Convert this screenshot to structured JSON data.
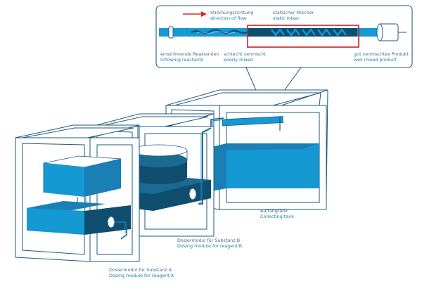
{
  "colors": {
    "outline": "#1e5a7e",
    "water": "#1499d3",
    "dark": "#0f4e6e",
    "mixer_box": "#c8202a",
    "arrow": "#d52b2b",
    "frame_fill": "#ffffff"
  },
  "callout": {
    "flow_direction": {
      "de": "Strömungsrichtung",
      "en": "direction of flow"
    },
    "static_mixer": {
      "de": "statischer Mischer",
      "en": "static mixer"
    },
    "inflowing": {
      "de": "einströmende Reaklanden",
      "en": "inflowing reactants"
    },
    "poorly_mixed": {
      "de": "schlecht vermischt",
      "en": "poorly mixed"
    },
    "well_mixed": {
      "de": "gut vermischtes Produkt",
      "en": "well mixed product"
    }
  },
  "modules": {
    "collecting_tank": {
      "de": "Auffangtank",
      "en": "Collecting tank"
    },
    "dosing_b": {
      "de": "Dosiermodul für Substanz B",
      "en": "Dosing module for reagent B"
    },
    "dosing_a": {
      "de": "Dosiermodul für Substanz A",
      "en": "Dosing module for reagent A"
    }
  }
}
